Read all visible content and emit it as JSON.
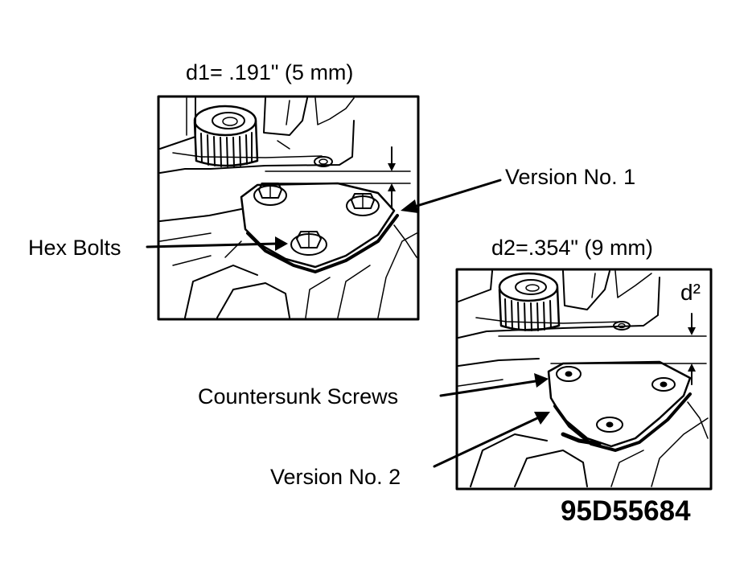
{
  "labels": {
    "d1_caption": "d1= .191\" (5 mm)",
    "d2_caption": "d2=.354\" (9 mm)",
    "version_1": "Version No. 1",
    "hex_bolts": "Hex Bolts",
    "countersunk_screws": "Countersunk Screws",
    "version_2": "Version No. 2",
    "d2_marker": "d²",
    "figure_code": "95D55684"
  },
  "colors": {
    "ink": "#000000",
    "paper": "#ffffff"
  }
}
